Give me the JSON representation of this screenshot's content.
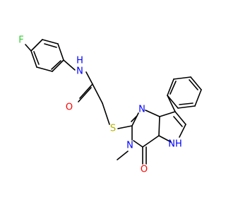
{
  "molecule": {
    "atom_labels": {
      "fluorine": "F",
      "amide_nh": "H\nN",
      "amide_n": "N",
      "amide_h": "H",
      "carbonyl_o": "O",
      "thioether_s": "S",
      "pyrimidine_n1": "N",
      "pyrimidine_n3": "N",
      "methyl": "methyl",
      "lactam_o": "O",
      "pyrrole_nh": "NH"
    },
    "colors": {
      "bond": "#000000",
      "fluorine": "#33cc33",
      "nitrogen": "#0000ff",
      "oxygen": "#ff0000",
      "sulfur": "#b3b300"
    }
  }
}
